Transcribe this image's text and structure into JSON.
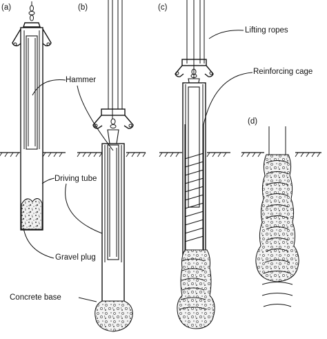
{
  "panels": [
    "(a)",
    "(b)",
    "(c)",
    "(d)"
  ],
  "labels": {
    "hammer": "Hammer",
    "driving_tube": "Driving tube",
    "gravel_plug": "Gravel plug",
    "concrete_base": "Concrete base",
    "lifting_ropes": "Lifting ropes",
    "reinforcing_cage": "Reinforcing cage"
  }
}
